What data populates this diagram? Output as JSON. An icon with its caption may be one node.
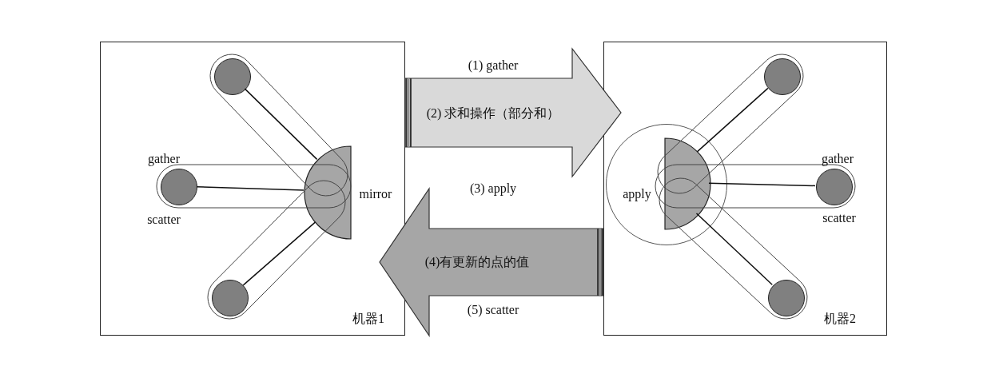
{
  "diagram": {
    "nodes": [
      {
        "text": [
          "机器1"
        ]
      },
      {
        "text": [],
        "shape": "circle",
        "in": 0
      },
      {
        "text": [],
        "shape": "circle",
        "in": 0,
        "beside": [
          "gather",
          "scatter"
        ]
      },
      {
        "text": [],
        "shape": "circle",
        "in": 0
      },
      {
        "text": [],
        "shape": "semicircle",
        "in": 0,
        "beside": [
          "mirror"
        ]
      },
      {
        "text": [
          "机器2"
        ]
      },
      {
        "text": [
          "apply"
        ],
        "in": 5
      },
      {
        "text": [],
        "shape": "semicircle",
        "in": 6
      },
      {
        "text": [],
        "shape": "circle",
        "in": 5
      },
      {
        "text": [],
        "shape": "circle",
        "in": 5,
        "beside": [
          "gather",
          "scatter"
        ]
      },
      {
        "text": [],
        "shape": "circle",
        "in": 5
      }
    ],
    "edges": [
      {
        "from": 1,
        "to": 4,
        "arrow": "none"
      },
      {
        "from": 2,
        "to": 4,
        "arrow": "none"
      },
      {
        "from": 3,
        "to": 4,
        "arrow": "none"
      },
      {
        "from": 0,
        "to": 5,
        "arrow": "to",
        "label": "(2) 求和操作（部分和）",
        "style": "thick",
        "color": "#d9d9d9"
      },
      {
        "from": 5,
        "to": 0,
        "arrow": "to",
        "label": "(4)有更新的点的值",
        "style": "thick",
        "color": "#a6a6a6"
      },
      {
        "from": 8,
        "to": 7,
        "arrow": "none"
      },
      {
        "from": 9,
        "to": 7,
        "arrow": "none"
      },
      {
        "from": 10,
        "to": 7,
        "arrow": "none"
      }
    ],
    "labels": [
      "(1) gather",
      "(3) apply",
      "(5) scatter"
    ]
  }
}
